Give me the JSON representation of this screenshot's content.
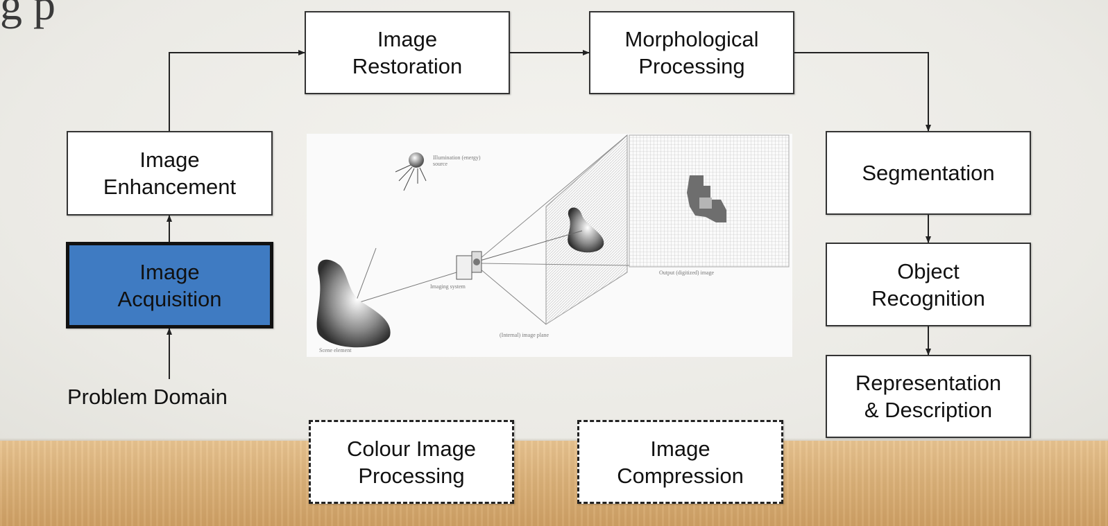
{
  "title_fragment": "g p",
  "boxes": {
    "image_restoration": "Image\nRestoration",
    "morphological_processing": "Morphological\nProcessing",
    "image_enhancement": "Image\nEnhancement",
    "image_acquisition": "Image\nAcquisition",
    "segmentation": "Segmentation",
    "object_recognition": "Object\nRecognition",
    "representation_description": "Representation\n& Description",
    "colour_image_processing": "Colour Image\nProcessing",
    "image_compression": "Image\nCompression"
  },
  "problem_domain": "Problem Domain",
  "illustration": {
    "illumination_source": "Illumination (energy)\nsource",
    "imaging_system": "Imaging system",
    "image_plane": "(Internal) image plane",
    "output_image": "Output (digitized) image",
    "scene_element": "Scene element"
  },
  "colors": {
    "active_box": "#3f7bc2",
    "box_border": "#333333",
    "wood": "#dcb27a",
    "background": "#ecebe6"
  }
}
